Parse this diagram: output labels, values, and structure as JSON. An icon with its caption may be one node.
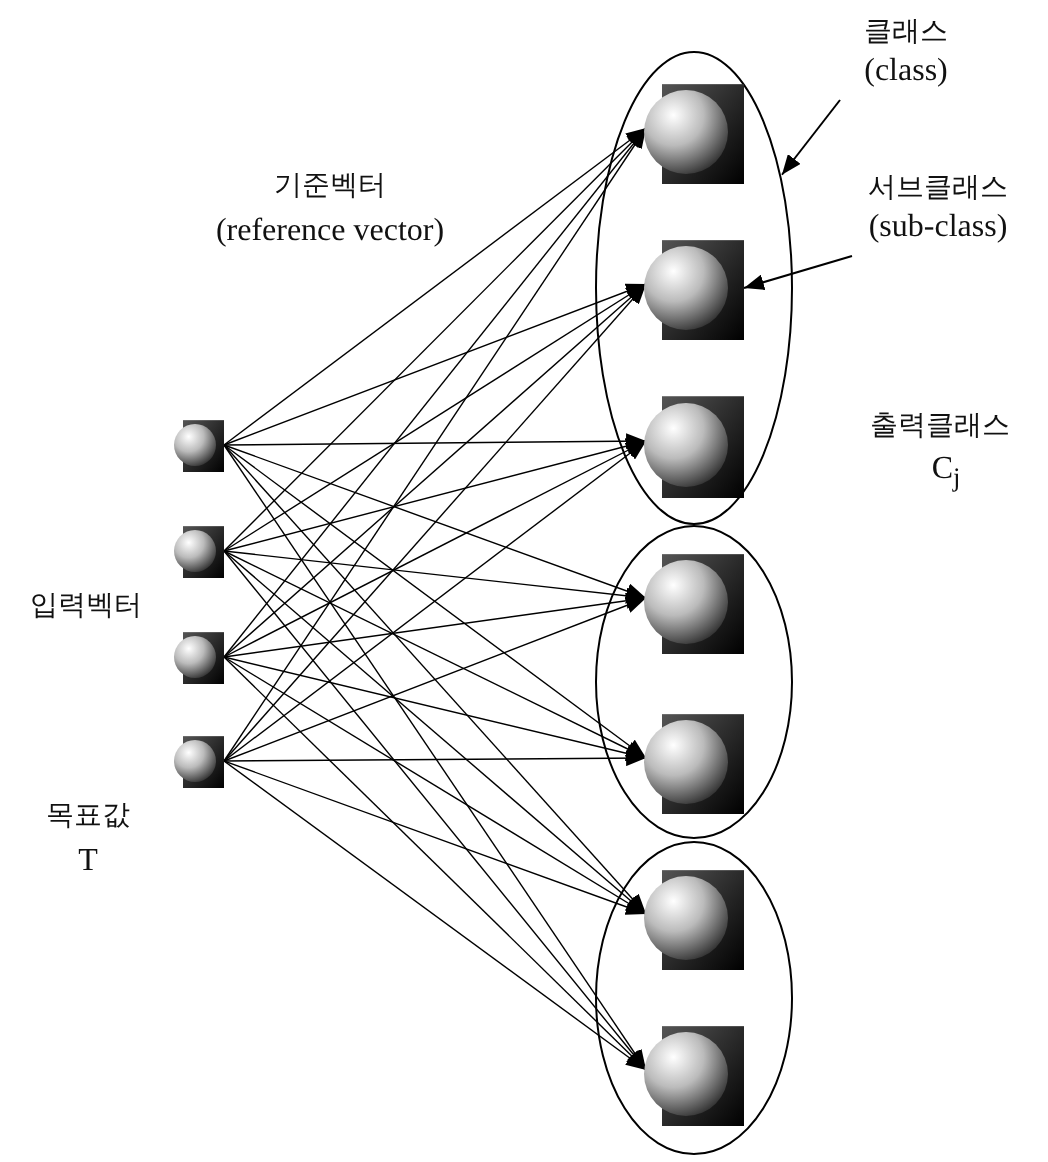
{
  "diagram": {
    "nodes": [
      {
        "text": [
          "클래스",
          "(class)"
        ]
      },
      {
        "text": [
          "서브클래스",
          "(sub-class)"
        ]
      },
      {
        "text": [],
        "shape": "sphere"
      },
      {
        "text": [],
        "shape": "sphere"
      },
      {
        "text": [],
        "shape": "sphere"
      },
      {
        "text": [],
        "shape": "sphere"
      },
      {
        "text": [],
        "shape": "ellipse"
      },
      {
        "text": [],
        "shape": "sphere",
        "in": 6
      },
      {
        "text": [],
        "shape": "sphere",
        "in": 6
      },
      {
        "text": [],
        "shape": "sphere",
        "in": 6
      },
      {
        "text": [],
        "shape": "ellipse"
      },
      {
        "text": [],
        "shape": "sphere",
        "in": 10
      },
      {
        "text": [],
        "shape": "sphere",
        "in": 10
      },
      {
        "text": [],
        "shape": "ellipse"
      },
      {
        "text": [],
        "shape": "sphere",
        "in": 13
      },
      {
        "text": [],
        "shape": "sphere",
        "in": 13
      }
    ],
    "edges": [
      {
        "from": 0,
        "to": 6,
        "arrow": "to"
      },
      {
        "from": 1,
        "to": 8,
        "arrow": "to"
      },
      {
        "from": 2,
        "to": 7,
        "arrow": "to"
      },
      {
        "from": 2,
        "to": 8,
        "arrow": "to"
      },
      {
        "from": 2,
        "to": 9,
        "arrow": "to"
      },
      {
        "from": 2,
        "to": 11,
        "arrow": "to"
      },
      {
        "from": 2,
        "to": 12,
        "arrow": "to"
      },
      {
        "from": 2,
        "to": 14,
        "arrow": "to"
      },
      {
        "from": 2,
        "to": 15,
        "arrow": "to"
      },
      {
        "from": 3,
        "to": 7,
        "arrow": "to"
      },
      {
        "from": 3,
        "to": 8,
        "arrow": "to"
      },
      {
        "from": 3,
        "to": 9,
        "arrow": "to"
      },
      {
        "from": 3,
        "to": 11,
        "arrow": "to"
      },
      {
        "from": 3,
        "to": 12,
        "arrow": "to"
      },
      {
        "from": 3,
        "to": 14,
        "arrow": "to"
      },
      {
        "from": 3,
        "to": 15,
        "arrow": "to"
      },
      {
        "from": 4,
        "to": 7,
        "arrow": "to"
      },
      {
        "from": 4,
        "to": 8,
        "arrow": "to"
      },
      {
        "from": 4,
        "to": 9,
        "arrow": "to"
      },
      {
        "from": 4,
        "to": 11,
        "arrow": "to"
      },
      {
        "from": 4,
        "to": 12,
        "arrow": "to"
      },
      {
        "from": 4,
        "to": 14,
        "arrow": "to"
      },
      {
        "from": 4,
        "to": 15,
        "arrow": "to"
      },
      {
        "from": 5,
        "to": 7,
        "arrow": "to"
      },
      {
        "from": 5,
        "to": 8,
        "arrow": "to"
      },
      {
        "from": 5,
        "to": 9,
        "arrow": "to"
      },
      {
        "from": 5,
        "to": 11,
        "arrow": "to"
      },
      {
        "from": 5,
        "to": 12,
        "arrow": "to"
      },
      {
        "from": 5,
        "to": 14,
        "arrow": "to"
      },
      {
        "from": 5,
        "to": 15,
        "arrow": "to"
      }
    ],
    "labels": [
      "기준벡터",
      "(reference vector)",
      "출력클래스",
      "C$_{j}$",
      "입력벡터",
      "목표값",
      "T"
    ]
  }
}
